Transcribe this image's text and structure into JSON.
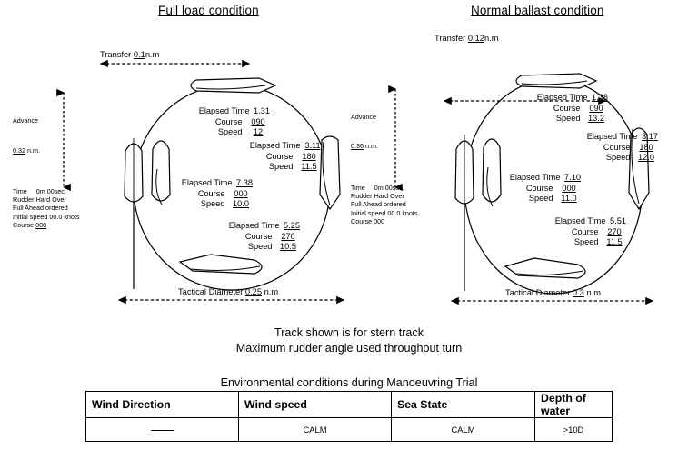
{
  "panels": [
    {
      "title": "Full load condition",
      "transfer": {
        "label": "Transfer",
        "value": "0.1",
        "unit": "n.m"
      },
      "advance": {
        "label": "Advance",
        "value": "0.32",
        "unit": "n.m."
      },
      "tactical_diameter": {
        "label": "Tactical Diameter",
        "value": "0.25",
        "unit": "n.m"
      },
      "start_note": {
        "line1_label": "Time",
        "line1_value": "0m 00sec.",
        "line2": "Rudder Hard Over",
        "line3": "Full Ahead ordered",
        "line4": "Initial speed 00.0 knots",
        "line5_label": "Course",
        "line5_value": "000"
      },
      "points": [
        {
          "position": "north",
          "time_label": "Elapsed Time",
          "time": "1.31",
          "course_label": "Course",
          "course": "090",
          "speed_label": "Speed",
          "speed": "12"
        },
        {
          "position": "east",
          "time_label": "Elapsed Time",
          "time": "3.11",
          "course_label": "Course",
          "course": "180",
          "speed_label": "Speed",
          "speed": "11.5"
        },
        {
          "position": "west",
          "time_label": "Elapsed Time",
          "time": "7.38",
          "course_label": "Course",
          "course": "000",
          "speed_label": "Speed",
          "speed": "10.0"
        },
        {
          "position": "south",
          "time_label": "Elapsed Time",
          "time": "5.25",
          "course_label": "Course",
          "course": "270",
          "speed_label": "Speed",
          "speed": "10.5"
        }
      ]
    },
    {
      "title": "Normal ballast condition",
      "transfer": {
        "label": "Transfer",
        "value": "0.12",
        "unit": "n.m"
      },
      "advance": {
        "label": "Advance",
        "value": "0.36",
        "unit": "n.m."
      },
      "tactical_diameter": {
        "label": "Tactical Diameter",
        "value": "0.3",
        "unit": "n.m"
      },
      "start_note": {
        "line1_label": "Time",
        "line1_value": "0m 00sec.",
        "line2": "Rudder Hard Over",
        "line3": "Full Ahead ordered",
        "line4": "Initial speed 00.0 knots",
        "line5_label": "Course",
        "line5_value": "000"
      },
      "points": [
        {
          "position": "north",
          "time_label": "Elapsed Time",
          "time": "1.38",
          "course_label": "Course",
          "course": "090",
          "speed_label": "Speed",
          "speed": "13.2"
        },
        {
          "position": "east",
          "time_label": "Elapsed Time",
          "time": "3.17",
          "course_label": "Course",
          "course": "180",
          "speed_label": "Speed",
          "speed": "12.0"
        },
        {
          "position": "west",
          "time_label": "Elapsed Time",
          "time": "7.10",
          "course_label": "Course",
          "course": "000",
          "speed_label": "Speed",
          "speed": "11.0"
        },
        {
          "position": "south",
          "time_label": "Elapsed Time",
          "time": "5.51",
          "course_label": "Course",
          "course": "270",
          "speed_label": "Speed",
          "speed": "11.5"
        }
      ]
    }
  ],
  "notes": {
    "line1": "Track shown is for stern track",
    "line2": "Maximum rudder angle used throughout turn"
  },
  "table": {
    "caption": "Environmental conditions during Manoeuvring Trial",
    "headers": [
      "Wind Direction",
      "Wind speed",
      "Sea State",
      "Depth of water"
    ],
    "row": [
      "",
      "CALM",
      "CALM",
      ">10D"
    ]
  },
  "colors": {
    "stroke": "#000000",
    "background": "#ffffff"
  }
}
